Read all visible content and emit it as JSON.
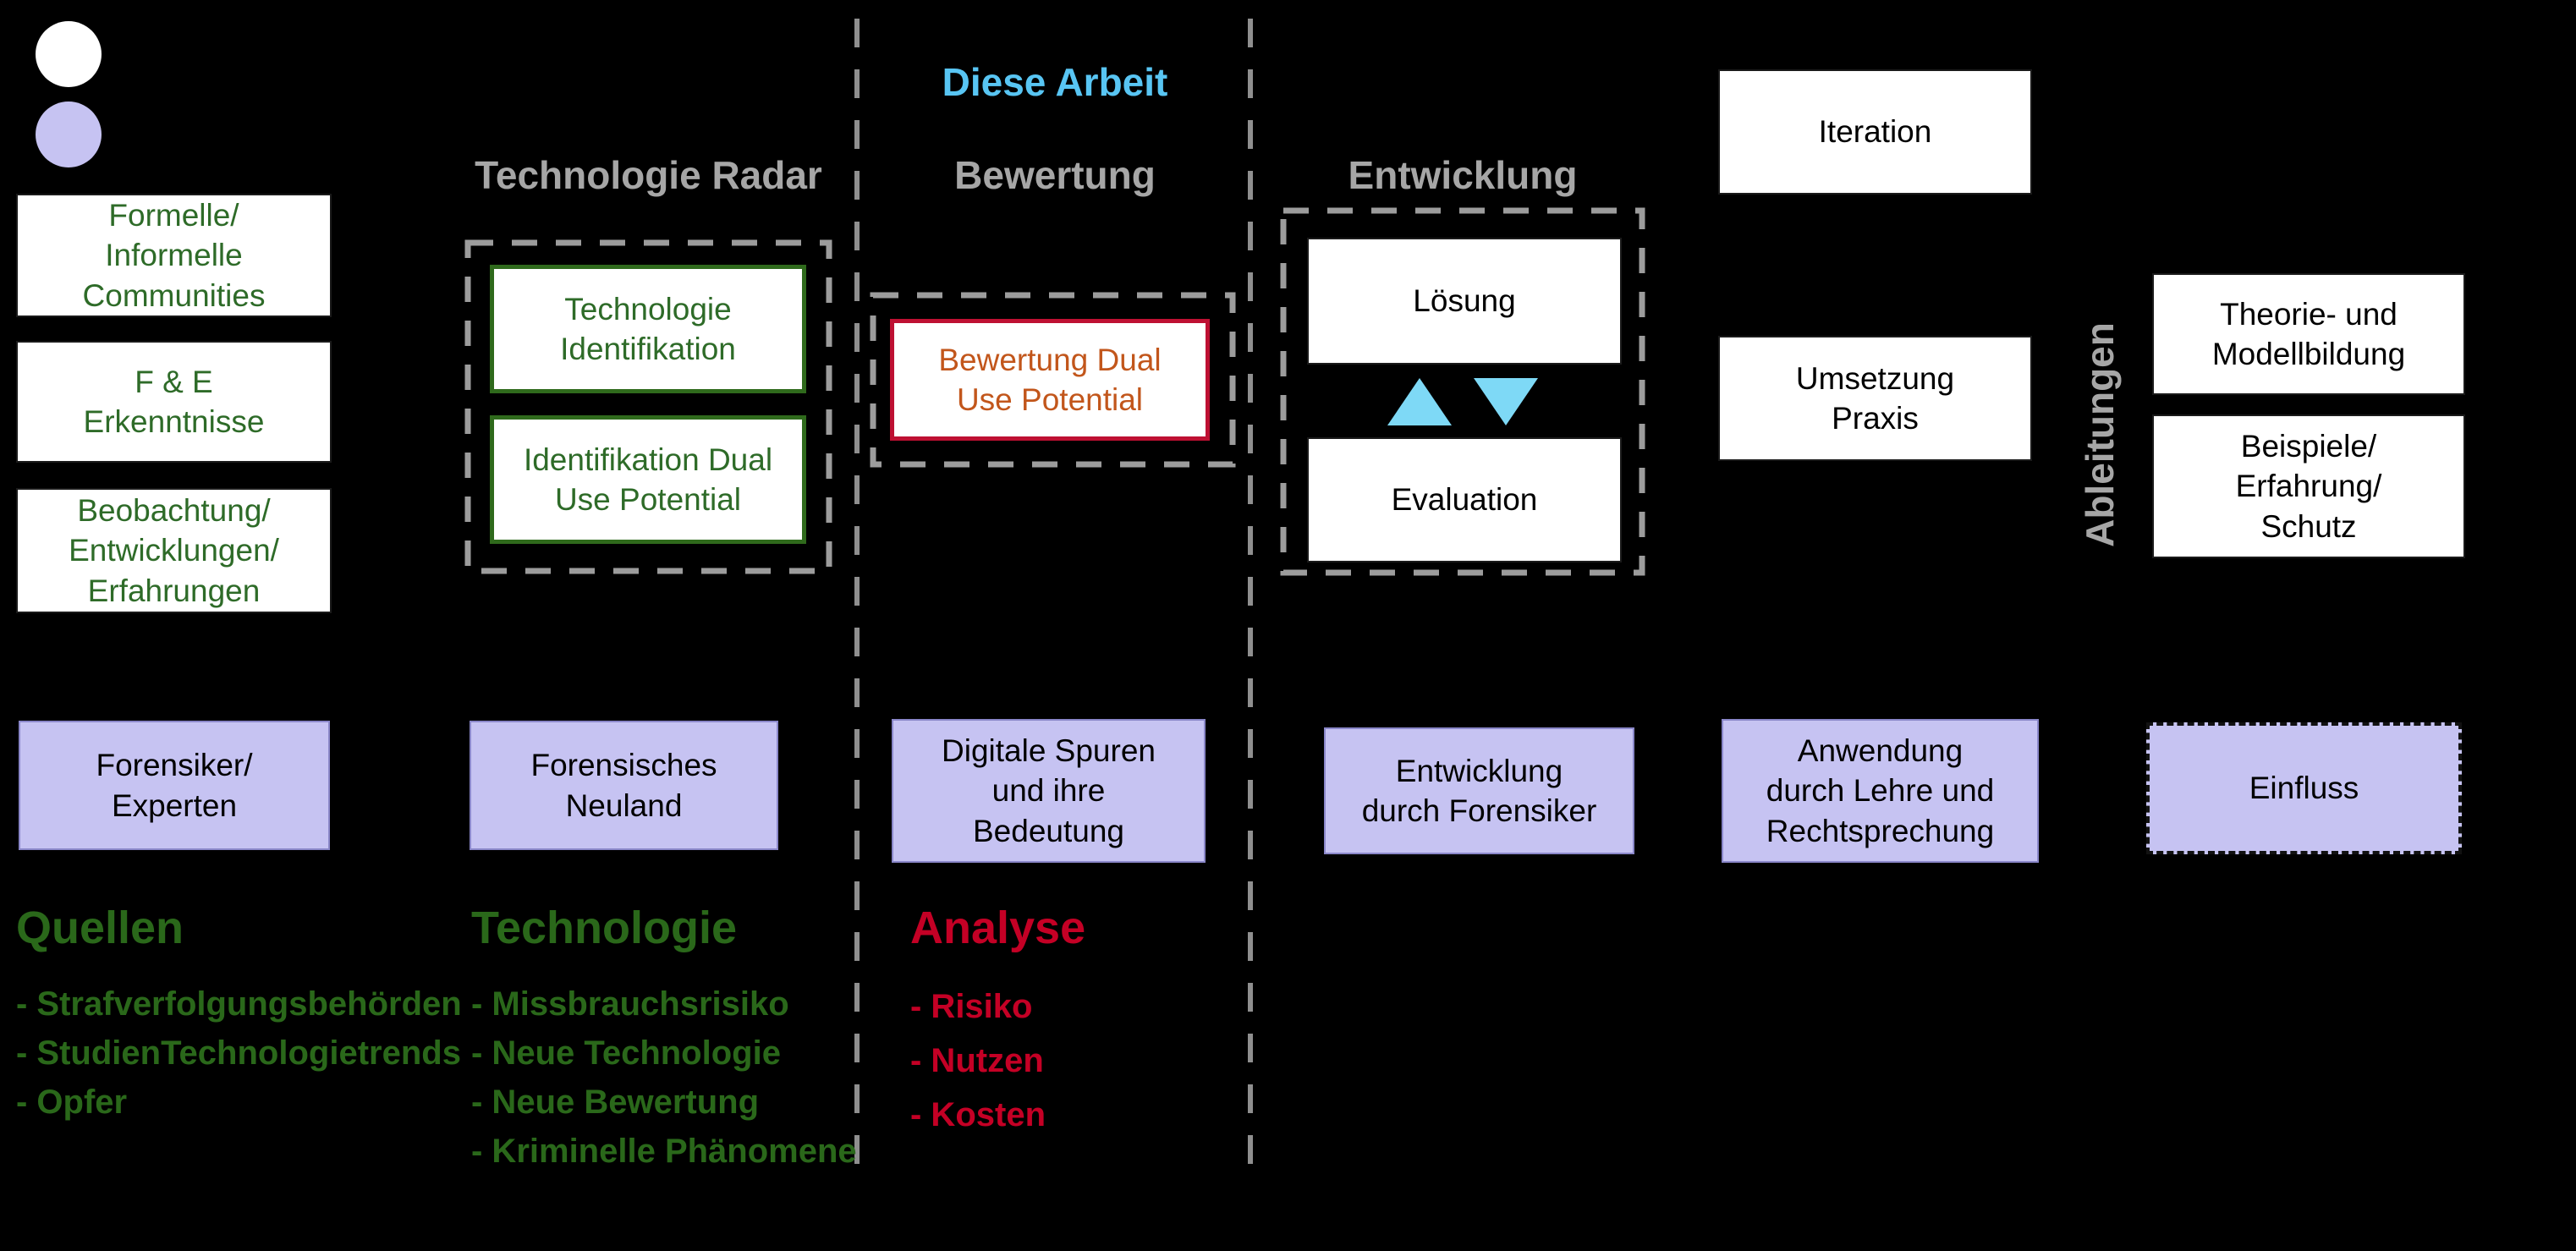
{
  "legend": {
    "white_dot": "white-circle-marker",
    "purple_dot": "purple-circle-marker"
  },
  "headers": {
    "diese_arbeit": "Diese Arbeit",
    "technologie_radar": "Technologie Radar",
    "bewertung": "Bewertung",
    "entwicklung": "Entwicklung",
    "ableitungen": "Ableitungen"
  },
  "boxes": {
    "communities": "Formelle/\nInformelle\nCommunities",
    "fe_erkenntnisse": "F & E\nErkenntnisse",
    "beobachtung": "Beobachtung/\nEntwicklungen/\nErfahrungen",
    "technologie_identifikation": "Technologie\nIdentifikation",
    "identifikation_dual_use": "Identifikation Dual\nUse Potential",
    "bewertung_dual_use": "Bewertung Dual\nUse Potential",
    "loesung": "Lösung",
    "evaluation": "Evaluation",
    "iteration": "Iteration",
    "umsetzung_praxis": "Umsetzung\nPraxis",
    "theorie_modellbildung": "Theorie- und\nModellbildung",
    "beispiele_erfahrung_schutz": "Beispiele/\nErfahrung/\nSchutz",
    "forensiker_experten": "Forensiker/\nExperten",
    "forensisches_neuland": "Forensisches\nNeuland",
    "digitale_spuren": "Digitale Spuren\nund ihre\nBedeutung",
    "entwicklung_durch_forensiker": "Entwicklung\ndurch Forensiker",
    "anwendung_lehre": "Anwendung\ndurch Lehre und\nRechtsprechung",
    "einfluss": "Einfluss"
  },
  "lists": {
    "quellen": {
      "title": "Quellen",
      "items": [
        "- Strafverfolgungsbehörden",
        "- StudienTechnologietrends",
        "- Opfer"
      ]
    },
    "technologie": {
      "title": "Technologie",
      "items": [
        "- Missbrauchsrisiko",
        "- Neue Technologie",
        "- Neue Bewertung",
        "- Kriminelle Phänomene"
      ]
    },
    "analyse": {
      "title": "Analyse",
      "items": [
        "- Risiko",
        "- Nutzen",
        "- Kosten"
      ]
    }
  },
  "colors": {
    "background": "#000000",
    "box_fill": "#ffffff",
    "purple_fill": "#c6c3f2",
    "green_text": "#2e6b28",
    "green_border": "#2f6a1c",
    "green_list_text": "#2a681a",
    "gray_header": "#a6a6a6",
    "blue_highlight": "#58c5f3",
    "cyan_triangle": "#7ed9f6",
    "red_border": "#be1032",
    "orange_text": "#c2561b",
    "red_list_text": "#c40025",
    "dashed_outline_gray": "#9c9c9c"
  }
}
